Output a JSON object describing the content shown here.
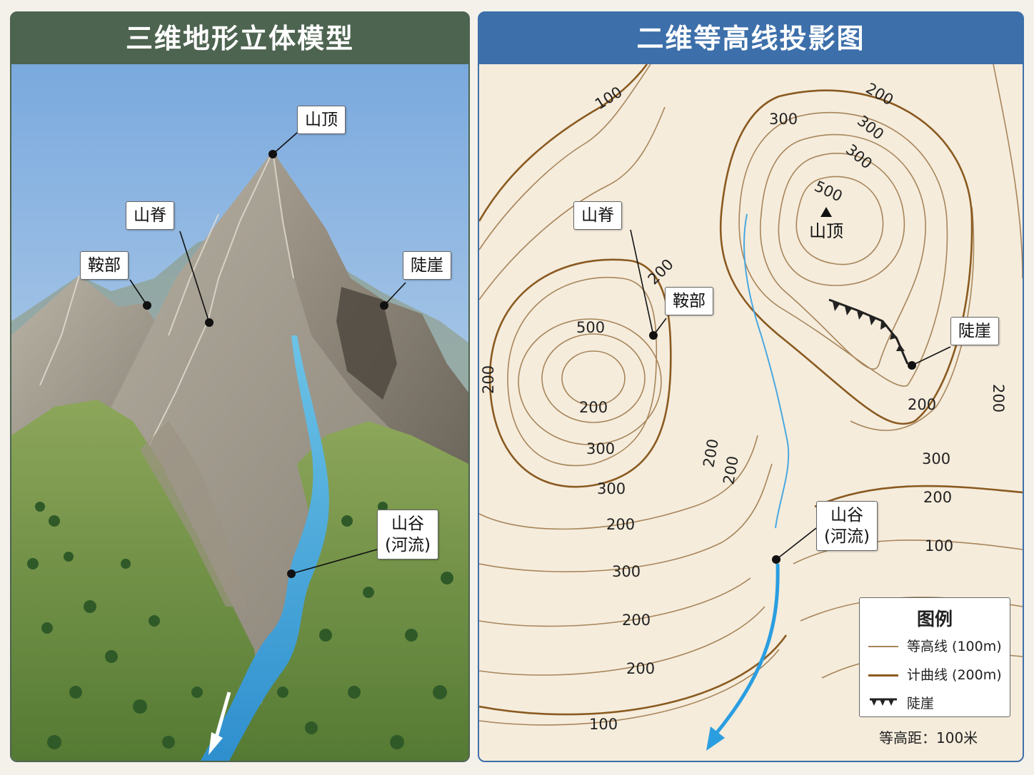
{
  "left_panel": {
    "title": "三维地形立体模型",
    "labels": {
      "peak": "山顶",
      "ridge": "山脊",
      "saddle": "鞍部",
      "cliff": "陡崖",
      "valley_line1": "山谷",
      "valley_line2": "(河流)"
    }
  },
  "right_panel": {
    "title": "二维等高线投影图",
    "labels": {
      "peak": "山顶",
      "ridge": "山脊",
      "saddle": "鞍部",
      "cliff": "陡崖",
      "valley_line1": "山谷",
      "valley_line2": "(河流)"
    },
    "contour_labels": [
      "100",
      "200",
      "300",
      "500",
      "200",
      "300",
      "300",
      "500",
      "200",
      "200",
      "300",
      "300",
      "200",
      "300",
      "200",
      "200",
      "100",
      "200",
      "200",
      "300",
      "200",
      "100",
      "200",
      "200"
    ],
    "legend": {
      "title": "图例",
      "items": [
        {
          "label": "等高线 (100m)",
          "icon": "thin-contour-line"
        },
        {
          "label": "计曲线 (200m)",
          "icon": "thick-contour-line"
        },
        {
          "label": "陡崖",
          "icon": "cliff-symbol"
        }
      ]
    },
    "contour_interval": "等高距：100米"
  },
  "colors": {
    "left_header": "#4d6450",
    "right_header": "#3d6faa",
    "contour_thin": "#a8855a",
    "contour_index": "#8a5a20",
    "river": "#2a9ee0",
    "map_paper": "#f5ecdc"
  }
}
